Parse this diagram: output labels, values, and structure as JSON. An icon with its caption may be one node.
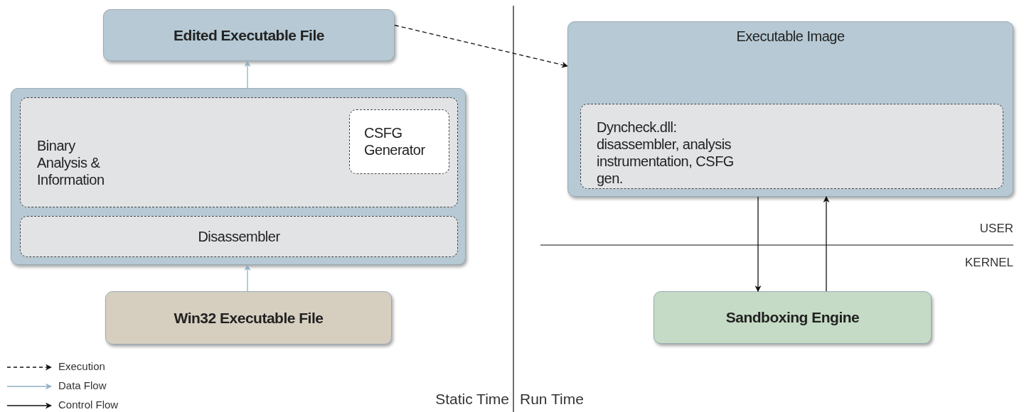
{
  "diagram": {
    "nodes": [
      {
        "text": [
          "Edited Executable File"
        ]
      },
      {
        "text": [],
        "shape": "box"
      },
      {
        "text": [
          "Binary Analysis & Information"
        ],
        "in": 1
      },
      {
        "text": [
          "CSFG Generator"
        ],
        "in": 2
      },
      {
        "text": [
          "Disassembler"
        ],
        "in": 1
      },
      {
        "text": [
          "Win32 Executable  File"
        ]
      },
      {
        "text": [
          "Executable Image"
        ]
      },
      {
        "text": [
          "Dyncheck.dll: disassembler, analysis instrumentation, CSFG gen."
        ],
        "in": 6
      },
      {
        "text": [
          "Sandboxing Engine"
        ]
      }
    ],
    "edges": [
      {
        "from": 5,
        "to": 1,
        "arrow": "to",
        "color": "#8fb0c4"
      },
      {
        "from": 1,
        "to": 0,
        "arrow": "to",
        "color": "#8fb0c4"
      },
      {
        "from": 0,
        "to": 6,
        "arrow": "to",
        "style": "dashed"
      },
      {
        "from": 6,
        "to": 8,
        "arrow": "to"
      },
      {
        "from": 8,
        "to": 6,
        "arrow": "to"
      }
    ],
    "labels": [
      "USER",
      "KERNEL",
      "Static Time",
      "Run Time"
    ],
    "legend": [
      {
        "text": "Execution"
      },
      {
        "text": "Data Flow"
      },
      {
        "text": "Control Flow"
      }
    ]
  }
}
